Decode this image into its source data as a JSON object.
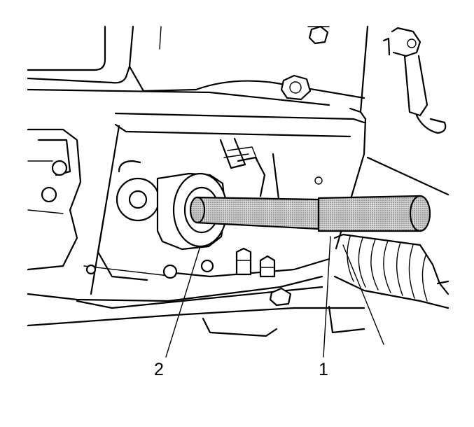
{
  "callouts": [
    {
      "id": "2",
      "label": "2"
    },
    {
      "id": "1",
      "label": "1"
    }
  ],
  "colors": {
    "line": "#000000",
    "background": "#ffffff",
    "tool_fill": "#b9b9b9"
  }
}
